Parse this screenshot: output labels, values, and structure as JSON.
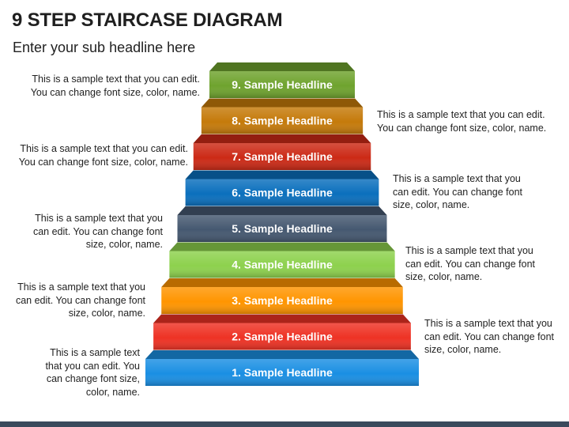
{
  "title": "9 STEP STAIRCASE DIAGRAM",
  "subtitle": "Enter your sub headline here",
  "steps": [
    {
      "label": "1. Sample Headline",
      "color": "#1a8fe3",
      "desc": "This is a sample text that you can edit. You can change font size, color, name."
    },
    {
      "label": "2. Sample Headline",
      "color": "#ee3224",
      "desc": "This is a sample text that you can edit. You can change font size, color, name."
    },
    {
      "label": "3. Sample Headline",
      "color": "#ff9500",
      "desc": "This is a sample text that you can edit. You can change font size, color, name."
    },
    {
      "label": "4. Sample Headline",
      "color": "#8dd14d",
      "desc": "This is a sample text that you can edit. You can change font size, color, name."
    },
    {
      "label": "5. Sample Headline",
      "color": "#455870",
      "desc": "This is a sample text that you can edit. You can change font size, color, name."
    },
    {
      "label": "6. Sample Headline",
      "color": "#0a6fbd",
      "desc": "This is a sample text that you can edit. You can change font size, color, name."
    },
    {
      "label": "7. Sample Headline",
      "color": "#cc2a16",
      "desc": "This is a sample text that you can edit. You can change font size, color, name."
    },
    {
      "label": "8. Sample Headline",
      "color": "#c57a0a",
      "desc": "This is a sample text that you can edit. You can change font size, color, name."
    },
    {
      "label": "9. Sample Headline",
      "color": "#6fa32e",
      "desc": "This is a sample text that you can edit. You can change font size, color, name."
    }
  ]
}
